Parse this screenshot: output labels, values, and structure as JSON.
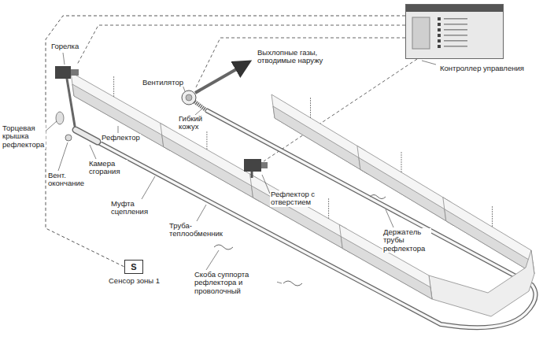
{
  "diagram": {
    "nodes": [
      {
        "text": [
          "Контроллер управления"
        ]
      },
      {
        "text": [
          "S",
          "Сенсор зоны 1"
        ]
      }
    ],
    "edges": [
      {
        "from": 0,
        "to": 1,
        "arrow": "none"
      }
    ],
    "labels": [
      "Горелка",
      "Торцевая крышка рефлектора",
      "Вент. окончание",
      "Камера сгорания",
      "Рефлектор",
      "Вентилятор",
      "Гибкий кожух",
      "Выхлопные газы, отводимые наружу",
      "Муфта сцепления",
      "Труба- теплообменник",
      "Рефлектор с отверстием",
      "Держатель трубы рефлектора",
      "Скоба суппорта рефлектора и проволочный"
    ]
  }
}
